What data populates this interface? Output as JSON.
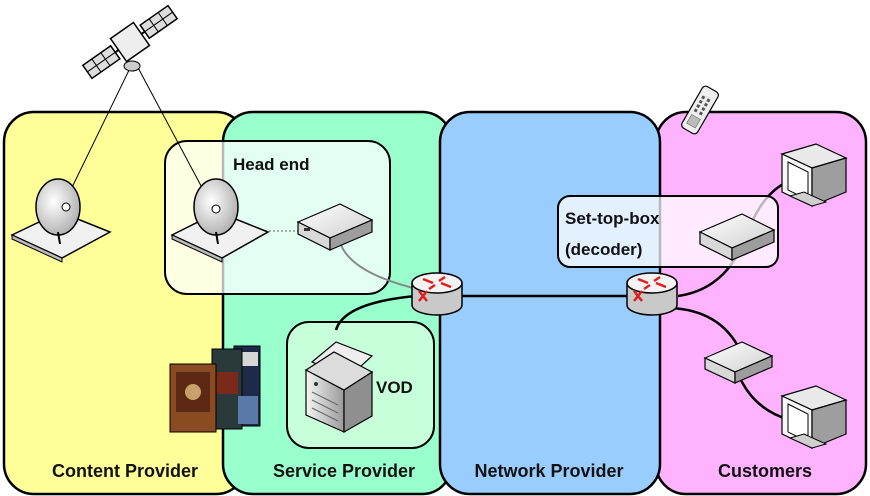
{
  "zones": {
    "content_provider": "Content Provider",
    "service_provider": "Service Provider",
    "network_provider": "Network Provider",
    "customers": "Customers"
  },
  "boxes": {
    "head_end": "Head end",
    "set_top_box_line1": "Set-top-box",
    "set_top_box_line2": "(decoder)",
    "vod": "VOD"
  },
  "colors": {
    "content_provider": "#ffff99",
    "service_provider": "#99ffcc",
    "network_provider": "#99ccff",
    "customers": "#ffb3ff",
    "router_arrows": "#e11d1d"
  },
  "icons": [
    "satellite-icon",
    "satellite-dish-icon",
    "decoder-box-icon",
    "router-icon",
    "server-icon",
    "movie-covers-icon",
    "tv-icon",
    "remote-control-icon"
  ]
}
